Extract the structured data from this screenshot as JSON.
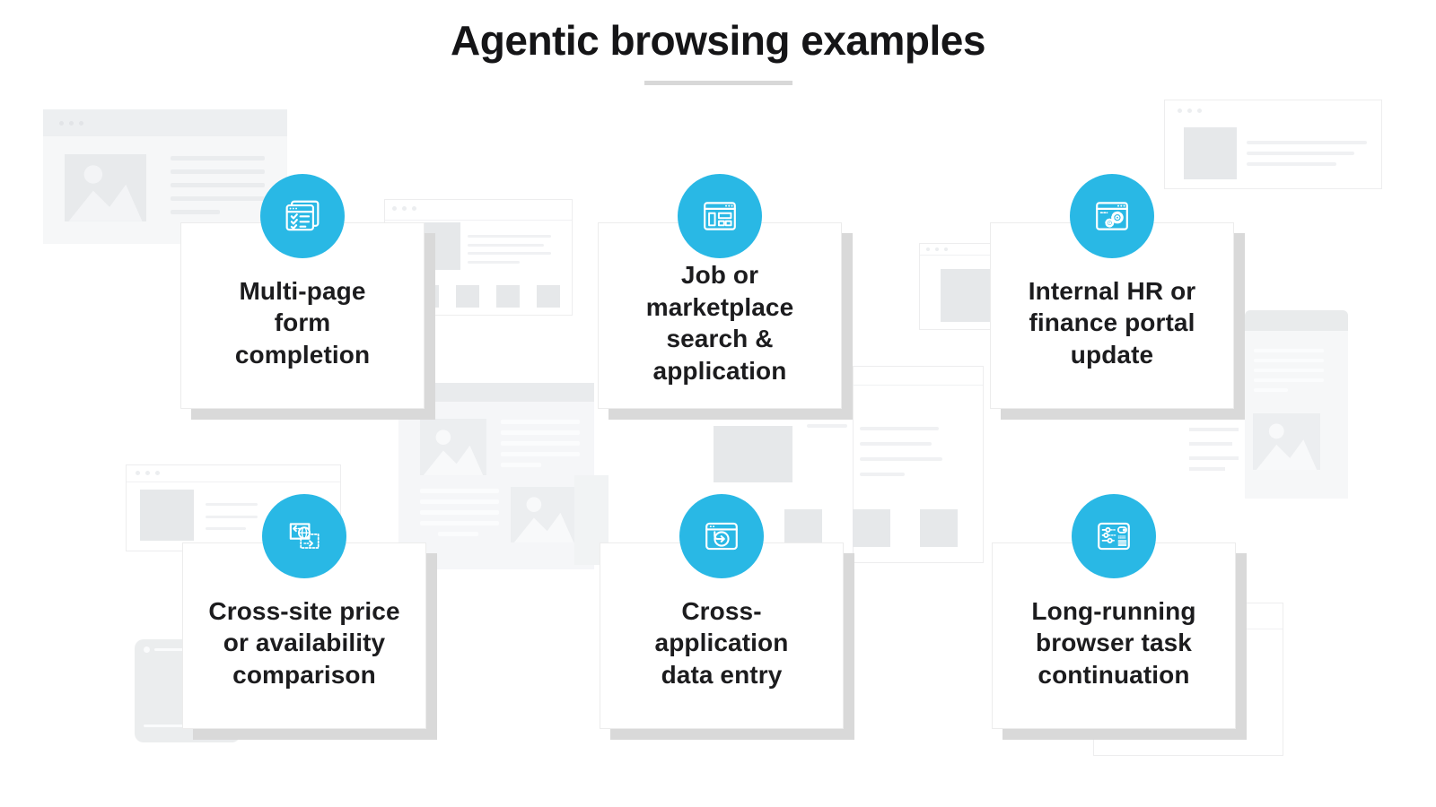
{
  "title": "Agentic browsing examples",
  "accent_color": "#29b8e5",
  "text_color": "#1c1c1e",
  "shadow_color": "#d9d9d9",
  "cards": [
    {
      "icon": "multi-window-checklist-icon",
      "label": "Multi-page\nform\ncompletion"
    },
    {
      "icon": "marketplace-listing-window-icon",
      "label": "Job or\nmarketplace\nsearch &\napplication"
    },
    {
      "icon": "browser-gears-icon",
      "label": "Internal HR or\nfinance portal\nupdate"
    },
    {
      "icon": "cross-site-globe-arrows-icon",
      "label": "Cross-site price\nor availability\ncomparison"
    },
    {
      "icon": "browser-sync-arrow-icon",
      "label": "Cross-\napplication\ndata entry"
    },
    {
      "icon": "browser-sliders-icon",
      "label": "Long-running\nbrowser task\ncontinuation"
    }
  ]
}
